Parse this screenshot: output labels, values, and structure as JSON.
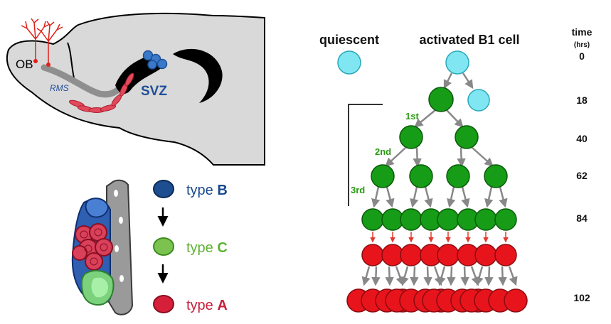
{
  "brain": {
    "ob_label": "OB",
    "rms_label": "RMS",
    "svz_label": "SVZ"
  },
  "legend": {
    "items": [
      {
        "prefix": "type ",
        "letter": "B",
        "color": "#1a4a8c",
        "fill": "#1d4e8f"
      },
      {
        "prefix": "type ",
        "letter": "C",
        "color": "#5fb233",
        "fill": "#7cc24f"
      },
      {
        "prefix": "type ",
        "letter": "A",
        "color": "#c8203a",
        "fill": "#d62039"
      }
    ]
  },
  "lineage": {
    "quiescent_label": "quiescent",
    "activated_label": "activated B1 cell",
    "time_header": "time",
    "time_unit": "(hrs)",
    "times": [
      "0",
      "18",
      "40",
      "62",
      "84",
      "102"
    ],
    "division_labels": [
      "1st",
      "2nd",
      "3rd"
    ],
    "colors": {
      "b1_cell": "#7fe6f2",
      "c_cell": "#169c16",
      "a_cell": "#e8141c",
      "arrow": "#888888",
      "red_arrow": "#e23b2e",
      "division_text": "#2a9a12"
    }
  }
}
